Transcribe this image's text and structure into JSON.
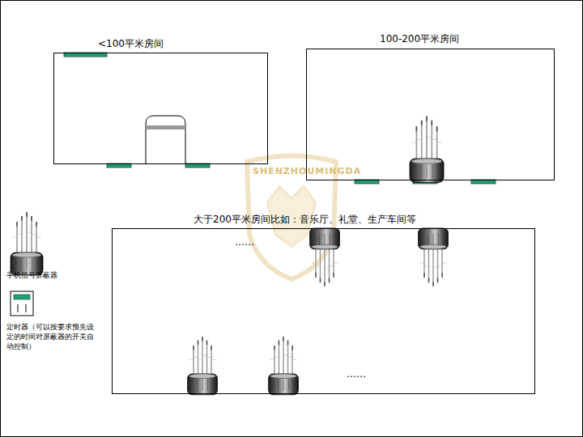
{
  "diagram": {
    "nodes": [
      {
        "text": [
          "<100平米房间"
        ]
      },
      {
        "text": [
          "100-200平米房间"
        ]
      },
      {
        "text": [
          "大于200平米房间比如：音乐厅、礼堂、生产车间等"
        ]
      }
    ],
    "labels": [
      "……",
      "……",
      "SHENZHOUMINGDA"
    ],
    "legend": [
      {
        "text": "手机信号屏蔽器"
      },
      {
        "text": "定时器（可以按要求预先设定的时间对屏蔽器的开关自动控制）"
      }
    ]
  }
}
